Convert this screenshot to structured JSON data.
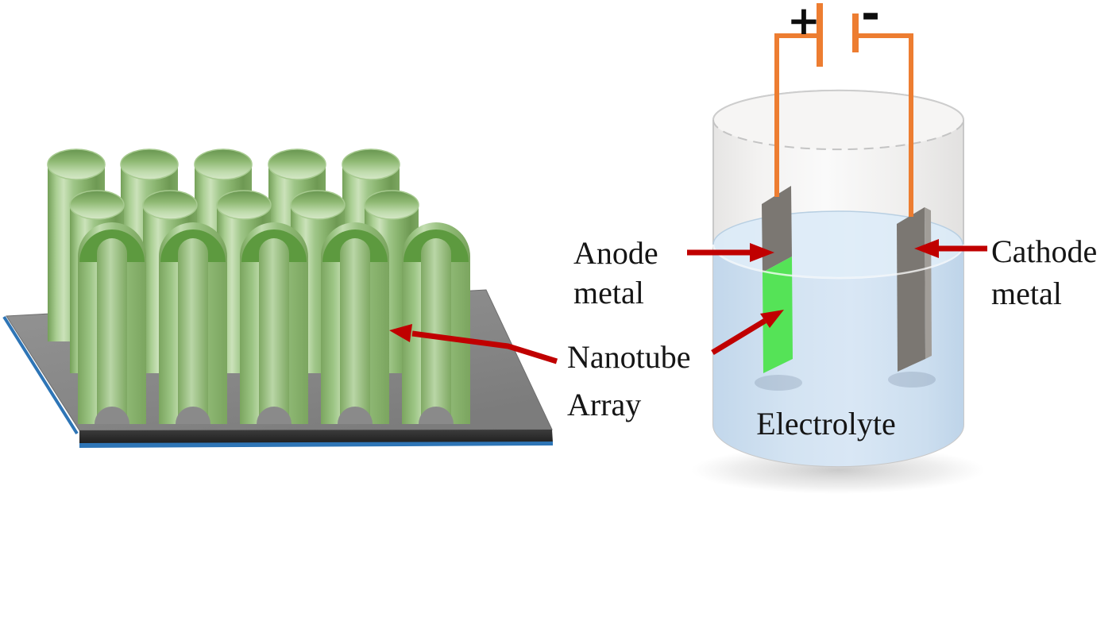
{
  "diagram": {
    "title_note": "Nanotube array and anodization cell schematic",
    "labels": {
      "anode_metal": "Anode\nmetal",
      "cathode_metal": "Cathode\nmetal",
      "nanotube_array": "Nanotube\nArray",
      "electrolyte": "Electrolyte"
    },
    "battery": {
      "positive": "+",
      "negative": "-"
    },
    "colors": {
      "annotation_arrow_red": "#c00000",
      "wire_orange": "#ed7d31",
      "nanotube_film_green": "#55e357",
      "electrode_gray": "#7b7772",
      "electrolyte_blue": "#cddff0",
      "tube_green_mid": "#9cc487",
      "tube_green_dark": "#5d9a3f",
      "substrate_gray": "#8a8a8a",
      "substrate_edge_blue": "#2e75b6"
    }
  }
}
